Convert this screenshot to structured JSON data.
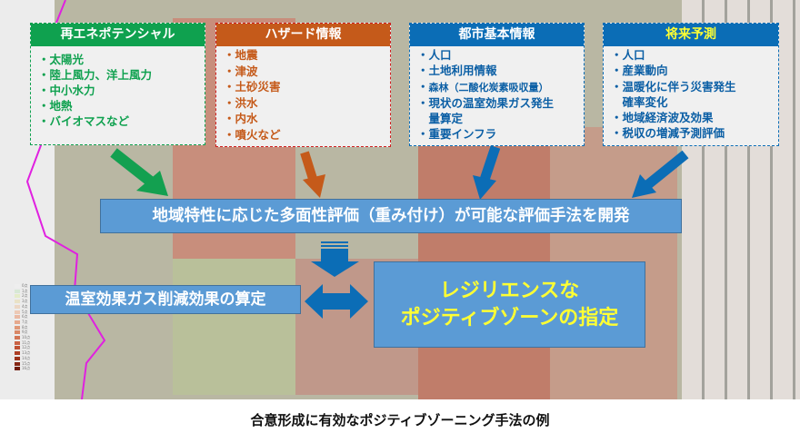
{
  "boxes": [
    {
      "title": "再エネポテンシャル",
      "items": [
        "太陽光",
        "陸上風力、洋上風力",
        "中小水力",
        "地熱",
        "バイオマスなど"
      ]
    },
    {
      "title": "ハザード情報",
      "items": [
        "地震",
        "津波",
        "土砂災害",
        "洪水",
        "内水",
        "噴火など"
      ]
    },
    {
      "title": "都市基本情報",
      "items": [
        "人口",
        "土地利用情報",
        "森林（二酸化炭素吸収量）",
        "現状の温室効果ガス発生",
        "量算定",
        "重要インフラ"
      ]
    },
    {
      "title": "将来予測",
      "items": [
        "人口",
        "産業動向",
        "温暖化に伴う災害発生",
        "確率変化",
        "地域経済波及効果",
        "税収の増減予測評価"
      ]
    }
  ],
  "center_bar": "地域特性に応じた多面性評価（重み付け）が可能な評価手法を開発",
  "ghg_box": "温室効果ガス削減効果の算定",
  "zone_box": {
    "line1": "レジリエンスな",
    "line2": "ポジティブゾーンの指定"
  },
  "legend": [
    "0点",
    "1点",
    "2点",
    "3点",
    "4点",
    "5点",
    "6点",
    "7点",
    "8点",
    "9点",
    "10点",
    "11点",
    "12点",
    "13点",
    "14点",
    "15点",
    "16点"
  ],
  "caption": "合意形成に有効なポジティブゾーニング手法の例",
  "colors": {
    "green": "#0fa14f",
    "orange": "#c55a1a",
    "blue": "#0b6db6",
    "bar": "#5b9bd5",
    "yellow": "#ffff33"
  }
}
